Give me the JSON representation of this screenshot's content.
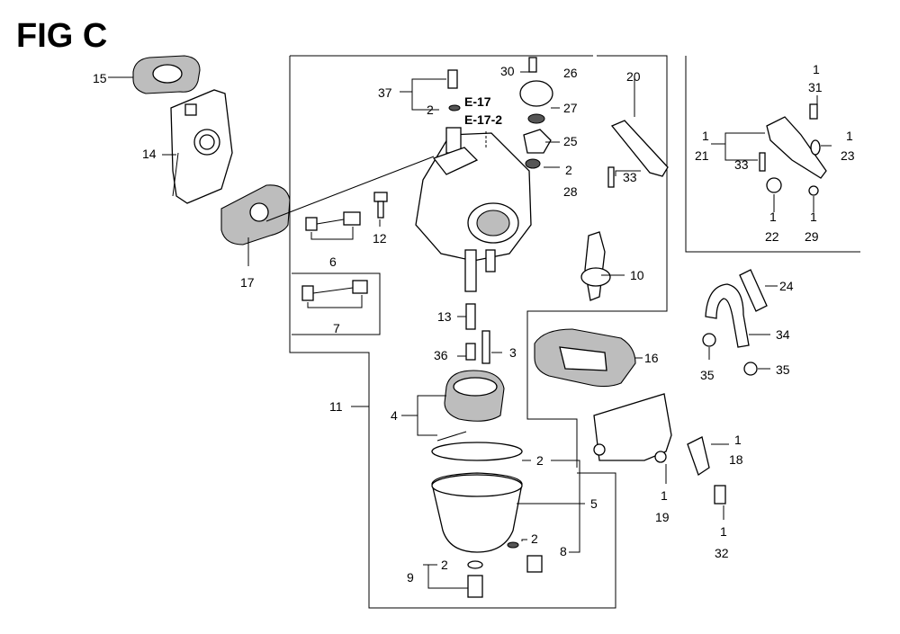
{
  "figure": {
    "title": "FIG C"
  },
  "references": [
    "E-17",
    "E-17-2"
  ],
  "callouts": {
    "c15": "15",
    "c14": "14",
    "c17": "17",
    "c37": "37",
    "c37_2": "2",
    "c30": "30",
    "c26": "26",
    "c27": "27",
    "c25": "25",
    "c2b": "2",
    "c28": "28",
    "c20": "20",
    "c33a": "33",
    "c1a": "1",
    "c31": "31",
    "c1b": "1",
    "c21": "21",
    "c33b": "33",
    "c1c": "1",
    "c23": "23",
    "c1d": "1",
    "c22": "22",
    "c1e": "1",
    "c29": "29",
    "c12": "12",
    "c6": "6",
    "c10": "10",
    "c7": "7",
    "c13": "13",
    "c36": "36",
    "c3": "3",
    "c16": "16",
    "c24": "24",
    "c34": "34",
    "c35a": "35",
    "c35b": "35",
    "c11": "11",
    "c4": "4",
    "c2c": "2",
    "c5": "5",
    "c2d": "2",
    "c8": "8",
    "c9": "9",
    "c2e": "2",
    "c1f": "1",
    "c19": "19",
    "c1g": "1",
    "c18": "18",
    "c1h": "1",
    "c32": "32"
  }
}
